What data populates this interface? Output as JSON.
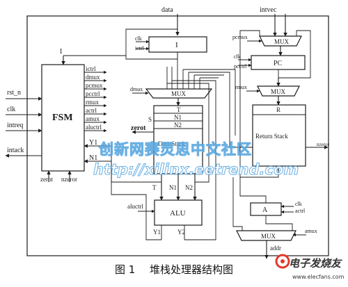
{
  "diagram": {
    "signals": {
      "data": "data",
      "intvec": "intvec",
      "rst_n": "rst_n",
      "clk": "clk",
      "intreq": "intreq",
      "intack": "intack",
      "zerot": "zerot",
      "nzeror": "nzeror",
      "I": "I",
      "aluctrl": "aluctrl",
      "addr": "addr",
      "Y1": "Y1",
      "Y2": "Y2",
      "N1": "N1",
      "N2": "N2",
      "T": "T",
      "R": "R",
      "S": "S",
      "zerot_box": "zerot",
      "nzeror_out": "nzeror"
    },
    "fsm": {
      "label": "FSM",
      "top_input": "I",
      "outputs": [
        "ictrl",
        "dmux",
        "pcmux",
        "pcctrl",
        "rmux",
        "actrl",
        "amux",
        "aluctrl"
      ],
      "y1": "Y1",
      "n1": "N1",
      "zerot": "zerot",
      "nzeror": "nzeror"
    },
    "ireg": {
      "label": "I",
      "clk": "clk",
      "ctrl": "ictrl"
    },
    "mux_top_right": {
      "label": "MUX",
      "sel": "pcmux"
    },
    "pc": {
      "label": "PC",
      "clk": "clk",
      "ctrl": "pcctrl"
    },
    "mux_r": {
      "label": "MUX",
      "sel": "rmux"
    },
    "mux_d": {
      "label": "MUX",
      "sel": "dmux"
    },
    "data_stack": {
      "label": "Data Stack",
      "rows": [
        "T",
        "N1",
        "N2"
      ]
    },
    "return_stack": {
      "label": "Return Stack",
      "top": "R"
    },
    "alu": {
      "label": "ALU",
      "ctrl": "aluctrl",
      "in_labels": [
        "T",
        "N1",
        "N2"
      ],
      "out_labels": [
        "Y1",
        "Y2"
      ]
    },
    "areg": {
      "label": "A",
      "clk": "clk",
      "ctrl": "actrl"
    },
    "mux_a": {
      "label": "MUX",
      "sel": "amux"
    }
  },
  "watermark": {
    "line1": "创新网赛灵思中文社区",
    "line2": "http://xilinx.eetrend.com"
  },
  "caption": {
    "figure": "图 1",
    "title": "堆栈处理器结构图"
  },
  "logo": {
    "text": "电子发烧友",
    "url": "www.elecfans.com"
  },
  "colors": {
    "watermark": "#5aa8e0",
    "logo_accent": "#e23a2c"
  }
}
